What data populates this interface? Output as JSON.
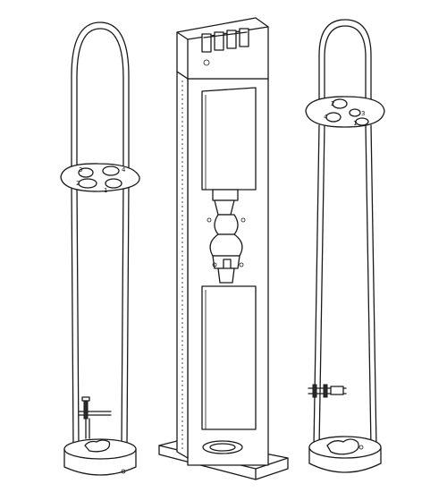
{
  "figure": {
    "left_rack_hole_labels": [
      "3",
      "2",
      "4",
      "1"
    ],
    "right_rack_hole_labels": [
      "2",
      "3",
      "4",
      "1"
    ],
    "stroke_color": "#1a1a1a",
    "background_color": "#ffffff"
  }
}
